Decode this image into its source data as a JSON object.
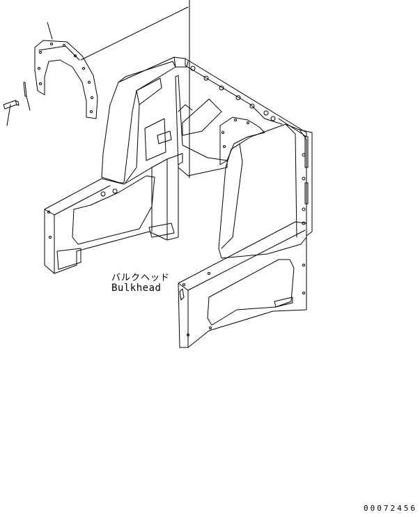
{
  "callout": {
    "label_jp": "バルクヘッド",
    "label_en": "Bulkhead"
  },
  "drawing_number": "00072456",
  "colors": {
    "line": "#000000",
    "background": "#ffffff"
  }
}
